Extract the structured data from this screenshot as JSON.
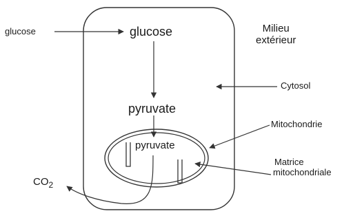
{
  "labels": {
    "glucose_outside": "glucose",
    "glucose_cell": "glucose",
    "milieu_line1": "Milieu",
    "milieu_line2": "extérieur",
    "cytosol": "Cytosol",
    "pyruvate_cytosol": "pyruvate",
    "pyruvate_mito": "pyruvate",
    "mitochondrie": "Mitochondrie",
    "matrice_line1": "Matrice",
    "matrice_line2": "mitochondriale",
    "co2_main": "CO",
    "co2_sub": "2"
  }
}
